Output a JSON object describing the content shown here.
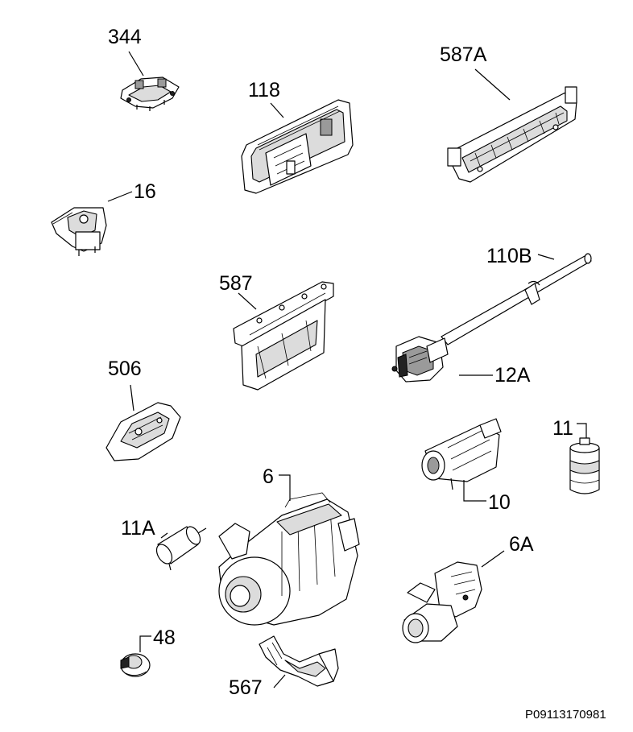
{
  "parts": [
    {
      "id": "p344",
      "label": "344"
    },
    {
      "id": "p118",
      "label": "118"
    },
    {
      "id": "p587A",
      "label": "587A"
    },
    {
      "id": "p16",
      "label": "16"
    },
    {
      "id": "p110B",
      "label": "110B"
    },
    {
      "id": "p587",
      "label": "587"
    },
    {
      "id": "p12A",
      "label": "12A"
    },
    {
      "id": "p506",
      "label": "506"
    },
    {
      "id": "p11",
      "label": "11"
    },
    {
      "id": "p10",
      "label": "10"
    },
    {
      "id": "p6",
      "label": "6"
    },
    {
      "id": "p11A",
      "label": "11A"
    },
    {
      "id": "p6A",
      "label": "6A"
    },
    {
      "id": "p48",
      "label": "48"
    },
    {
      "id": "p567",
      "label": "567"
    }
  ],
  "reference": "P09113170981"
}
